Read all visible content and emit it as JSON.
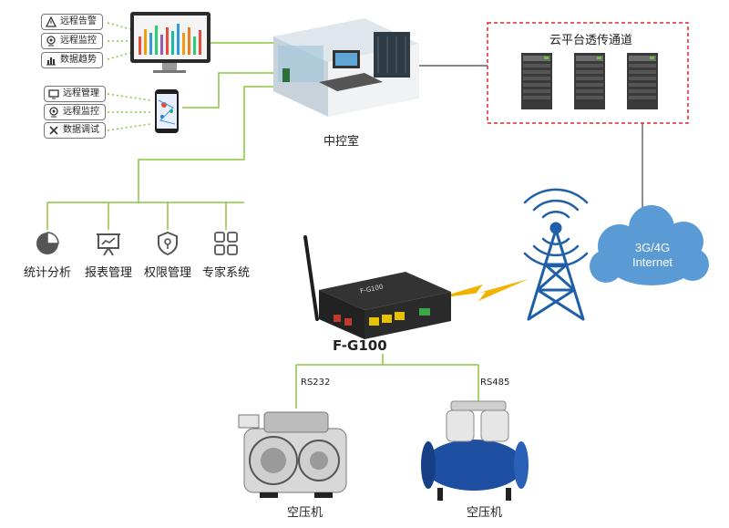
{
  "monitor_menu": [
    {
      "label": "远程告警",
      "icon": "warning-icon"
    },
    {
      "label": "远程监控",
      "icon": "camera-icon"
    },
    {
      "label": "数据趋势",
      "icon": "bar-chart-icon"
    }
  ],
  "phone_menu": [
    {
      "label": "远程管理",
      "icon": "screen-icon"
    },
    {
      "label": "远程监控",
      "icon": "camera-icon"
    },
    {
      "label": "数据调试",
      "icon": "tools-icon"
    }
  ],
  "control_room": {
    "label": "中控室"
  },
  "cloud_channel": {
    "title": "云平台透传通道"
  },
  "internet_cloud": {
    "line1": "3G/4G",
    "line2": "Internet"
  },
  "functions": [
    {
      "label": "统计分析",
      "icon": "pie-chart-icon"
    },
    {
      "label": "报表管理",
      "icon": "report-board-icon"
    },
    {
      "label": "权限管理",
      "icon": "shield-icon"
    },
    {
      "label": "专家系统",
      "icon": "grid-apps-icon"
    }
  ],
  "router": {
    "name": "F-G100",
    "case_label": "F-G100"
  },
  "links": {
    "left": "RS232",
    "right": "RS485"
  },
  "compressors": [
    {
      "label": "空压机"
    },
    {
      "label": "空压机"
    }
  ],
  "colors": {
    "green_line": "#8cc63f",
    "red_dash": "#e0262b",
    "cloud_blue": "#5b9bd5",
    "tower_blue": "#1f5fa8",
    "lightning": "#f2b300"
  }
}
